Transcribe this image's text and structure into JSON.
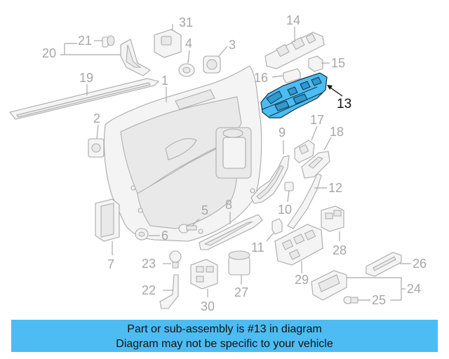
{
  "callouts": {
    "n1": "1",
    "n2": "2",
    "n3": "3",
    "n4": "4",
    "n5": "5",
    "n6": "6",
    "n7": "7",
    "n8": "8",
    "n9": "9",
    "n10": "10",
    "n11": "11",
    "n12": "12",
    "n13": "13",
    "n14": "14",
    "n15": "15",
    "n16": "16",
    "n17": "17",
    "n18": "18",
    "n19": "19",
    "n20": "20",
    "n21": "21",
    "n22": "22",
    "n23": "23",
    "n24": "24",
    "n25": "25",
    "n26": "26",
    "n27": "27",
    "n28": "28",
    "n29": "29",
    "n30": "30",
    "n31": "31"
  },
  "highlighted_part": "13",
  "colors": {
    "highlight": "#4cbcf3",
    "line_art": "#a9a9a9",
    "callout_text": "#a6a6a6"
  },
  "caption": {
    "line1": "Part or sub-assembly is #13 in diagram",
    "line2": "Diagram may not be specific to your vehicle"
  }
}
